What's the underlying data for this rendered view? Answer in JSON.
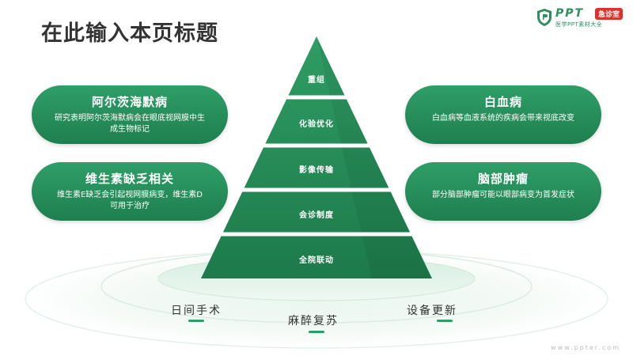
{
  "title": "在此输入本页标题",
  "logo": {
    "brand": "PPT",
    "badge": "急诊室",
    "subtitle": "医学PPT素材大全"
  },
  "pyramid": {
    "tiers": [
      "重组",
      "化验优化",
      "影像传输",
      "会诊制度",
      "全院联动"
    ]
  },
  "cards": {
    "left": [
      {
        "title": "阿尔茨海默病",
        "desc": "研究表明阿尔茨海默病会在眼底视网膜中生成生物标记"
      },
      {
        "title": "维生素缺乏相关",
        "desc": "维生素E缺乏会引起视网膜病变，维生素D可用于治疗"
      }
    ],
    "right": [
      {
        "title": "白血病",
        "desc": "白血病等血液系统的疾病会带来视底改变"
      },
      {
        "title": "脑部肿瘤",
        "desc": "部分脑部肿瘤可能以眼部病变为首发症状"
      }
    ]
  },
  "base_labels": [
    "日间手术",
    "麻醉复苏",
    "设备更新"
  ],
  "watermark": "www.ppter.com",
  "colors": {
    "accent": "#2e9e67",
    "accent_dark": "#1f7f4f",
    "title": "#333333",
    "badge": "#d9332c"
  }
}
